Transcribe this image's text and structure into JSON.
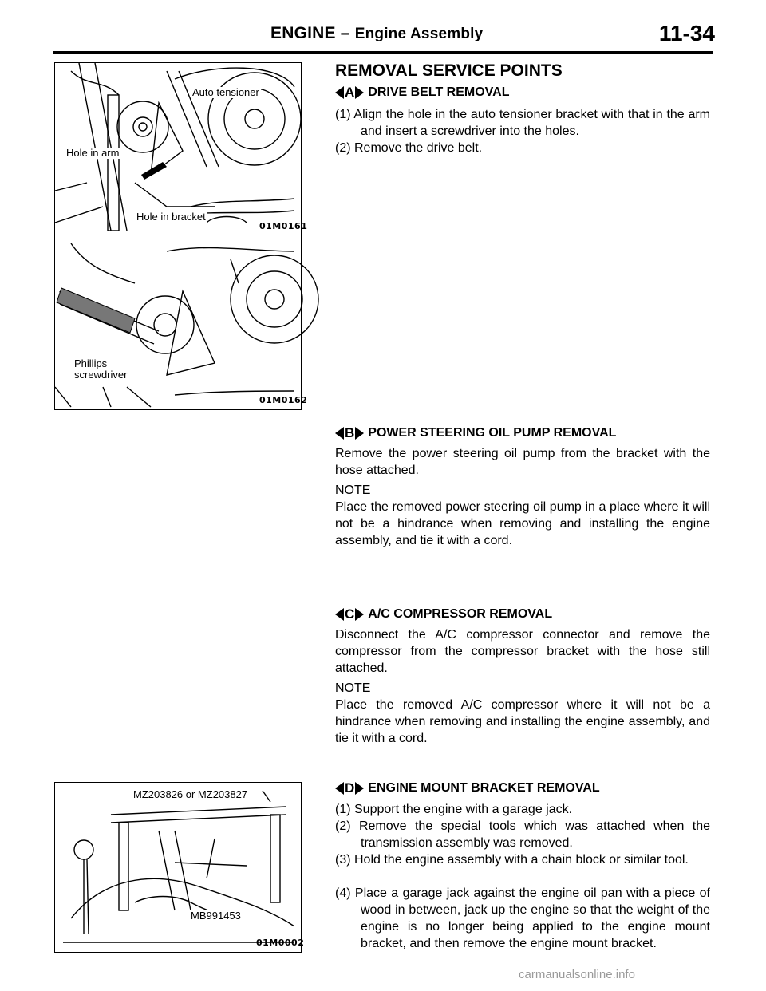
{
  "header": {
    "title": "ENGINE",
    "dash": "–",
    "subtitle": "Engine Assembly",
    "page": "11-34"
  },
  "section_title": "REMOVAL SERVICE POINTS",
  "figures": [
    {
      "labels": [
        "Auto tensioner",
        "Hole in arm",
        "Hole in bracket"
      ],
      "code": "01M0161"
    },
    {
      "labels": [
        "Phillips",
        "screwdriver"
      ],
      "code": "01M0162"
    },
    {
      "labels": [
        "MZ203826 or MZ203827",
        "MB991453"
      ],
      "code": "01M0002"
    }
  ],
  "sections": [
    {
      "badge": "A",
      "title": "DRIVE BELT REMOVAL",
      "steps": [
        "(1) Align the hole in the auto tensioner bracket with that in the arm and insert a screwdriver into the holes.",
        "(2) Remove the drive belt."
      ]
    },
    {
      "badge": "B",
      "title": "POWER STEERING OIL PUMP REMOVAL",
      "body": "Remove the power steering oil pump from the bracket with the hose attached.",
      "note_label": "NOTE",
      "note": "Place the removed power steering oil pump in a place where it will not be a hindrance when removing and installing the engine assembly, and tie it with a cord."
    },
    {
      "badge": "C",
      "title": "A/C COMPRESSOR REMOVAL",
      "body": "Disconnect the A/C compressor connector and remove the compressor from the compressor bracket with the hose still attached.",
      "note_label": "NOTE",
      "note": "Place the removed A/C compressor where it will not be a hindrance when removing and installing the engine assembly, and tie it with a cord."
    },
    {
      "badge": "D",
      "title": "ENGINE MOUNT BRACKET REMOVAL",
      "steps": [
        "(1) Support the engine with a garage jack.",
        "(2) Remove the special tools which was attached when the transmission assembly was removed.",
        "(3) Hold the engine assembly with a chain block or similar tool.",
        "(4) Place a garage jack against the engine oil pan with a piece of wood in between, jack up the engine so that the weight of the engine is no longer being applied to the engine mount bracket, and then remove the engine mount bracket."
      ]
    }
  ],
  "footer": "carmanualsonline.info"
}
